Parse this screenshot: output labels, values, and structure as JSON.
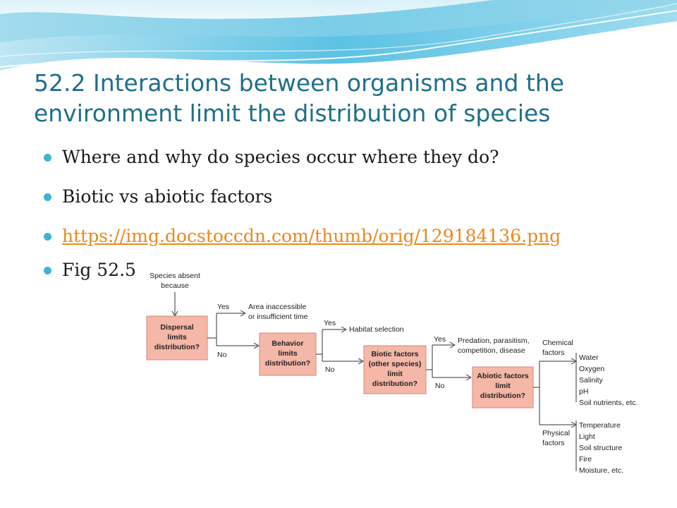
{
  "slide": {
    "title_lines": [
      "52.2 Interactions between organisms and the",
      "environment limit the distribution of species"
    ],
    "bullets": [
      "Where and why do species occur where they do?",
      "Biotic vs abiotic factors",
      "https://img.docstoccdn.com/thumb/orig/129184136.png",
      "Fig 52.5"
    ],
    "colors": {
      "title": "#1f6f8b",
      "bullet_dot": "#3eb3d8",
      "link": "#e8891c",
      "box": "#f5b7a8"
    }
  },
  "diagram": {
    "start": [
      "Species absent",
      "because"
    ],
    "boxes": {
      "dispersal": [
        "Dispersal",
        "limits",
        "distribution?"
      ],
      "behavior": [
        "Behavior",
        "limits",
        "distribution?"
      ],
      "biotic": [
        "Biotic factors",
        "(other species)",
        "limit",
        "distribution?"
      ],
      "abiotic": [
        "Abiotic factors",
        "limit",
        "distribution?"
      ]
    },
    "yes": "Yes",
    "no": "No",
    "outcomes": {
      "dispersal_yes": [
        "Area inaccessible",
        "or insufficient time"
      ],
      "behavior_yes": "Habitat selection",
      "biotic_yes": [
        "Predation, parasitism,",
        "competition, disease"
      ]
    },
    "chemical_label": [
      "Chemical",
      "factors"
    ],
    "chemical_items": [
      "Water",
      "Oxygen",
      "Salinity",
      "pH",
      "Soil nutrients, etc."
    ],
    "physical_label": [
      "Physical",
      "factors"
    ],
    "physical_items": [
      "Temperature",
      "Light",
      "Soil structure",
      "Fire",
      "Moisture, etc."
    ]
  }
}
